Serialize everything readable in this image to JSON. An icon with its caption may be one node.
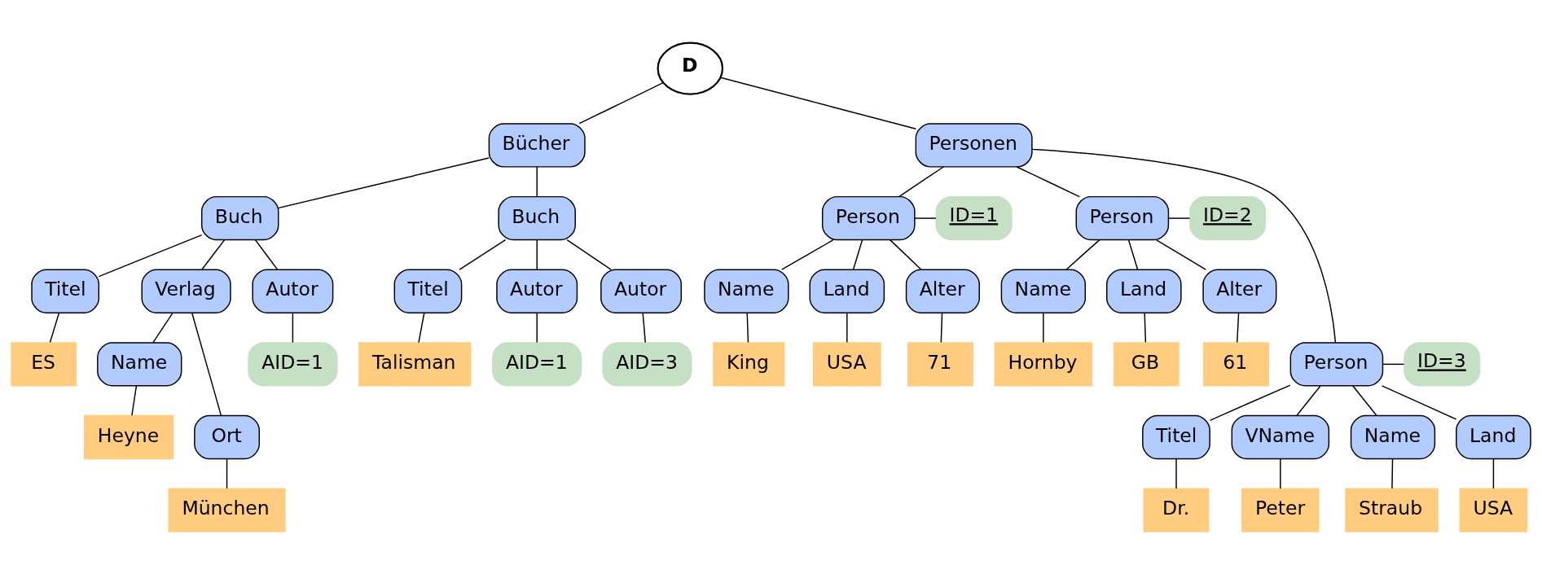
{
  "diagram": {
    "nodes": [
      {
        "text": [
          "D"
        ]
      },
      {
        "text": [
          "Bücher"
        ]
      },
      {
        "text": [
          "Personen"
        ]
      },
      {
        "text": [
          "Buch"
        ]
      },
      {
        "text": [
          "Buch"
        ]
      },
      {
        "text": [
          "Person"
        ]
      },
      {
        "text": [
          "ID=1"
        ]
      },
      {
        "text": [
          "Person"
        ]
      },
      {
        "text": [
          "ID=2"
        ]
      },
      {
        "text": [
          "Titel"
        ]
      },
      {
        "text": [
          "Verlag"
        ]
      },
      {
        "text": [
          "Autor"
        ]
      },
      {
        "text": [
          "Titel"
        ]
      },
      {
        "text": [
          "Autor"
        ]
      },
      {
        "text": [
          "Autor"
        ]
      },
      {
        "text": [
          "Name"
        ]
      },
      {
        "text": [
          "Land"
        ]
      },
      {
        "text": [
          "Alter"
        ]
      },
      {
        "text": [
          "Name"
        ]
      },
      {
        "text": [
          "Land"
        ]
      },
      {
        "text": [
          "Alter"
        ]
      },
      {
        "text": [
          "ES"
        ]
      },
      {
        "text": [
          "AID=1"
        ]
      },
      {
        "text": [
          "Talisman"
        ]
      },
      {
        "text": [
          "AID=1"
        ]
      },
      {
        "text": [
          "AID=3"
        ]
      },
      {
        "text": [
          "King"
        ]
      },
      {
        "text": [
          "USA"
        ]
      },
      {
        "text": [
          "71"
        ]
      },
      {
        "text": [
          "Hornby"
        ]
      },
      {
        "text": [
          "GB"
        ]
      },
      {
        "text": [
          "61"
        ]
      },
      {
        "text": [
          "Name"
        ]
      },
      {
        "text": [
          "Ort"
        ]
      },
      {
        "text": [
          "Person"
        ]
      },
      {
        "text": [
          "ID=3"
        ]
      },
      {
        "text": [
          "Heyne"
        ]
      },
      {
        "text": [
          "München"
        ]
      },
      {
        "text": [
          "Titel"
        ]
      },
      {
        "text": [
          "VName"
        ]
      },
      {
        "text": [
          "Name"
        ]
      },
      {
        "text": [
          "Land"
        ]
      },
      {
        "text": [
          "Dr."
        ]
      },
      {
        "text": [
          "Peter"
        ]
      },
      {
        "text": [
          "Straub"
        ]
      },
      {
        "text": [
          "USA"
        ]
      }
    ],
    "edges": [
      {
        "from": 0,
        "to": 1,
        "arrow": "none"
      },
      {
        "from": 0,
        "to": 2,
        "arrow": "none"
      },
      {
        "from": 1,
        "to": 3,
        "arrow": "none"
      },
      {
        "from": 1,
        "to": 4,
        "arrow": "none"
      },
      {
        "from": 2,
        "to": 5,
        "arrow": "none"
      },
      {
        "from": 2,
        "to": 7,
        "arrow": "none"
      },
      {
        "from": 2,
        "to": 34,
        "arrow": "none"
      },
      {
        "from": 5,
        "to": 6,
        "arrow": "none"
      },
      {
        "from": 7,
        "to": 8,
        "arrow": "none"
      },
      {
        "from": 3,
        "to": 9,
        "arrow": "none"
      },
      {
        "from": 3,
        "to": 10,
        "arrow": "none"
      },
      {
        "from": 3,
        "to": 11,
        "arrow": "none"
      },
      {
        "from": 4,
        "to": 12,
        "arrow": "none"
      },
      {
        "from": 4,
        "to": 13,
        "arrow": "none"
      },
      {
        "from": 4,
        "to": 14,
        "arrow": "none"
      },
      {
        "from": 5,
        "to": 15,
        "arrow": "none"
      },
      {
        "from": 5,
        "to": 16,
        "arrow": "none"
      },
      {
        "from": 5,
        "to": 17,
        "arrow": "none"
      },
      {
        "from": 7,
        "to": 18,
        "arrow": "none"
      },
      {
        "from": 7,
        "to": 19,
        "arrow": "none"
      },
      {
        "from": 7,
        "to": 20,
        "arrow": "none"
      },
      {
        "from": 9,
        "to": 21,
        "arrow": "none"
      },
      {
        "from": 11,
        "to": 22,
        "arrow": "none"
      },
      {
        "from": 12,
        "to": 23,
        "arrow": "none"
      },
      {
        "from": 13,
        "to": 24,
        "arrow": "none"
      },
      {
        "from": 14,
        "to": 25,
        "arrow": "none"
      },
      {
        "from": 15,
        "to": 26,
        "arrow": "none"
      },
      {
        "from": 16,
        "to": 27,
        "arrow": "none"
      },
      {
        "from": 17,
        "to": 28,
        "arrow": "none"
      },
      {
        "from": 18,
        "to": 29,
        "arrow": "none"
      },
      {
        "from": 19,
        "to": 30,
        "arrow": "none"
      },
      {
        "from": 20,
        "to": 31,
        "arrow": "none"
      },
      {
        "from": 10,
        "to": 32,
        "arrow": "none"
      },
      {
        "from": 10,
        "to": 33,
        "arrow": "none"
      },
      {
        "from": 34,
        "to": 35,
        "arrow": "none"
      },
      {
        "from": 32,
        "to": 36,
        "arrow": "none"
      },
      {
        "from": 33,
        "to": 37,
        "arrow": "none"
      },
      {
        "from": 34,
        "to": 38,
        "arrow": "none"
      },
      {
        "from": 34,
        "to": 39,
        "arrow": "none"
      },
      {
        "from": 34,
        "to": 40,
        "arrow": "none"
      },
      {
        "from": 34,
        "to": 41,
        "arrow": "none"
      },
      {
        "from": 38,
        "to": 42,
        "arrow": "none"
      },
      {
        "from": 39,
        "to": 43,
        "arrow": "none"
      },
      {
        "from": 40,
        "to": 44,
        "arrow": "none"
      },
      {
        "from": 41,
        "to": 45,
        "arrow": "none"
      }
    ]
  }
}
